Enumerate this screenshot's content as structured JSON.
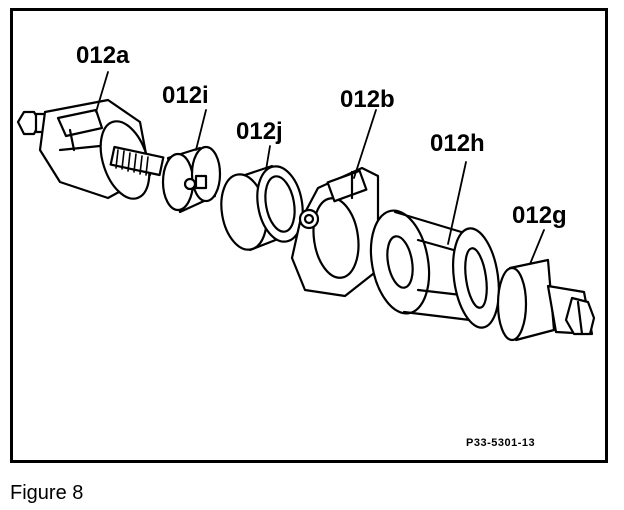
{
  "figure": {
    "caption": "Figure 8",
    "reference_code": "P33-5301-13",
    "parts": [
      {
        "id": "012a",
        "label": "012a"
      },
      {
        "id": "012i",
        "label": "012i"
      },
      {
        "id": "012j",
        "label": "012j"
      },
      {
        "id": "012b",
        "label": "012b"
      },
      {
        "id": "012h",
        "label": "012h"
      },
      {
        "id": "012g",
        "label": "012g"
      }
    ]
  }
}
